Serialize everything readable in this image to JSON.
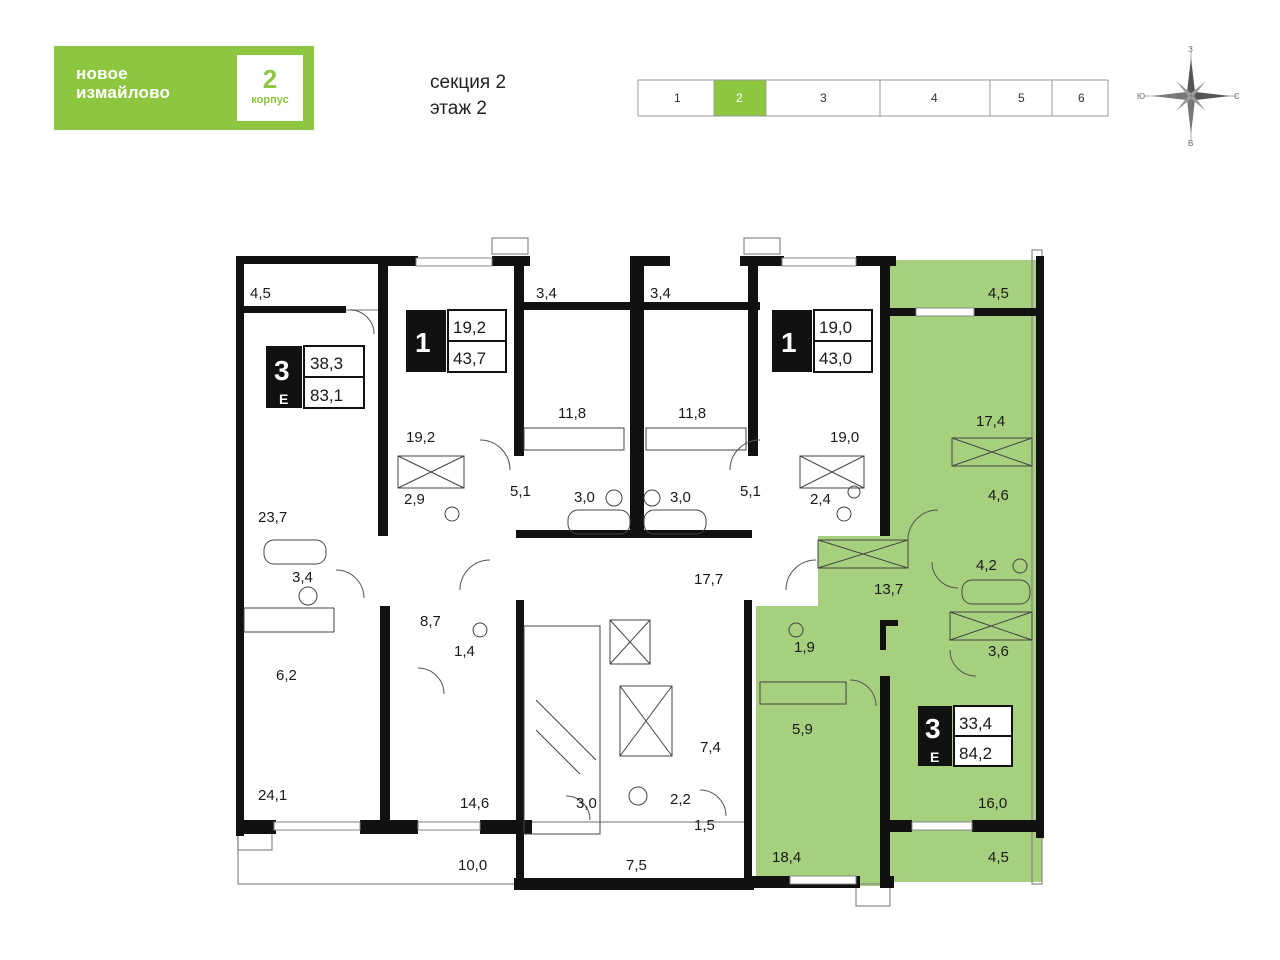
{
  "brand": {
    "name_line1": "новое",
    "name_line2": "измайлово",
    "building_number": "2",
    "building_label": "корпус",
    "color": "#8dc63f"
  },
  "location": {
    "section": "секция 2",
    "floor": "этаж 2"
  },
  "key_plan": {
    "sections": [
      "1",
      "2",
      "3",
      "4",
      "5",
      "6"
    ],
    "active": "2"
  },
  "compass": {
    "n": "З",
    "s": "В",
    "w": "Ю",
    "e": "С"
  },
  "apartments": [
    {
      "rooms": "3",
      "type": "Е",
      "living": "38,3",
      "total": "83,1"
    },
    {
      "rooms": "1",
      "type": "",
      "living": "19,2",
      "total": "43,7"
    },
    {
      "rooms": "1",
      "type": "",
      "living": "19,0",
      "total": "43,0"
    },
    {
      "rooms": "3",
      "type": "Е",
      "living": "33,4",
      "total": "84,2",
      "highlighted": true
    }
  ],
  "room_areas": [
    "4,5",
    "3,4",
    "3,4",
    "4,5",
    "19,2",
    "11,8",
    "11,8",
    "19,0",
    "17,4",
    "23,7",
    "2,9",
    "5,1",
    "3,0",
    "3,0",
    "5,1",
    "2,4",
    "4,6",
    "3,4",
    "17,7",
    "4,2",
    "13,7",
    "8,7",
    "1,4",
    "1,9",
    "3,6",
    "6,2",
    "5,9",
    "7,4",
    "24,1",
    "14,6",
    "3,0",
    "2,2",
    "1,5",
    "16,0",
    "10,0",
    "7,5",
    "18,4",
    "4,5"
  ],
  "colors": {
    "highlight": "#a6d07e",
    "wall": "#111111",
    "window": "#888888"
  }
}
